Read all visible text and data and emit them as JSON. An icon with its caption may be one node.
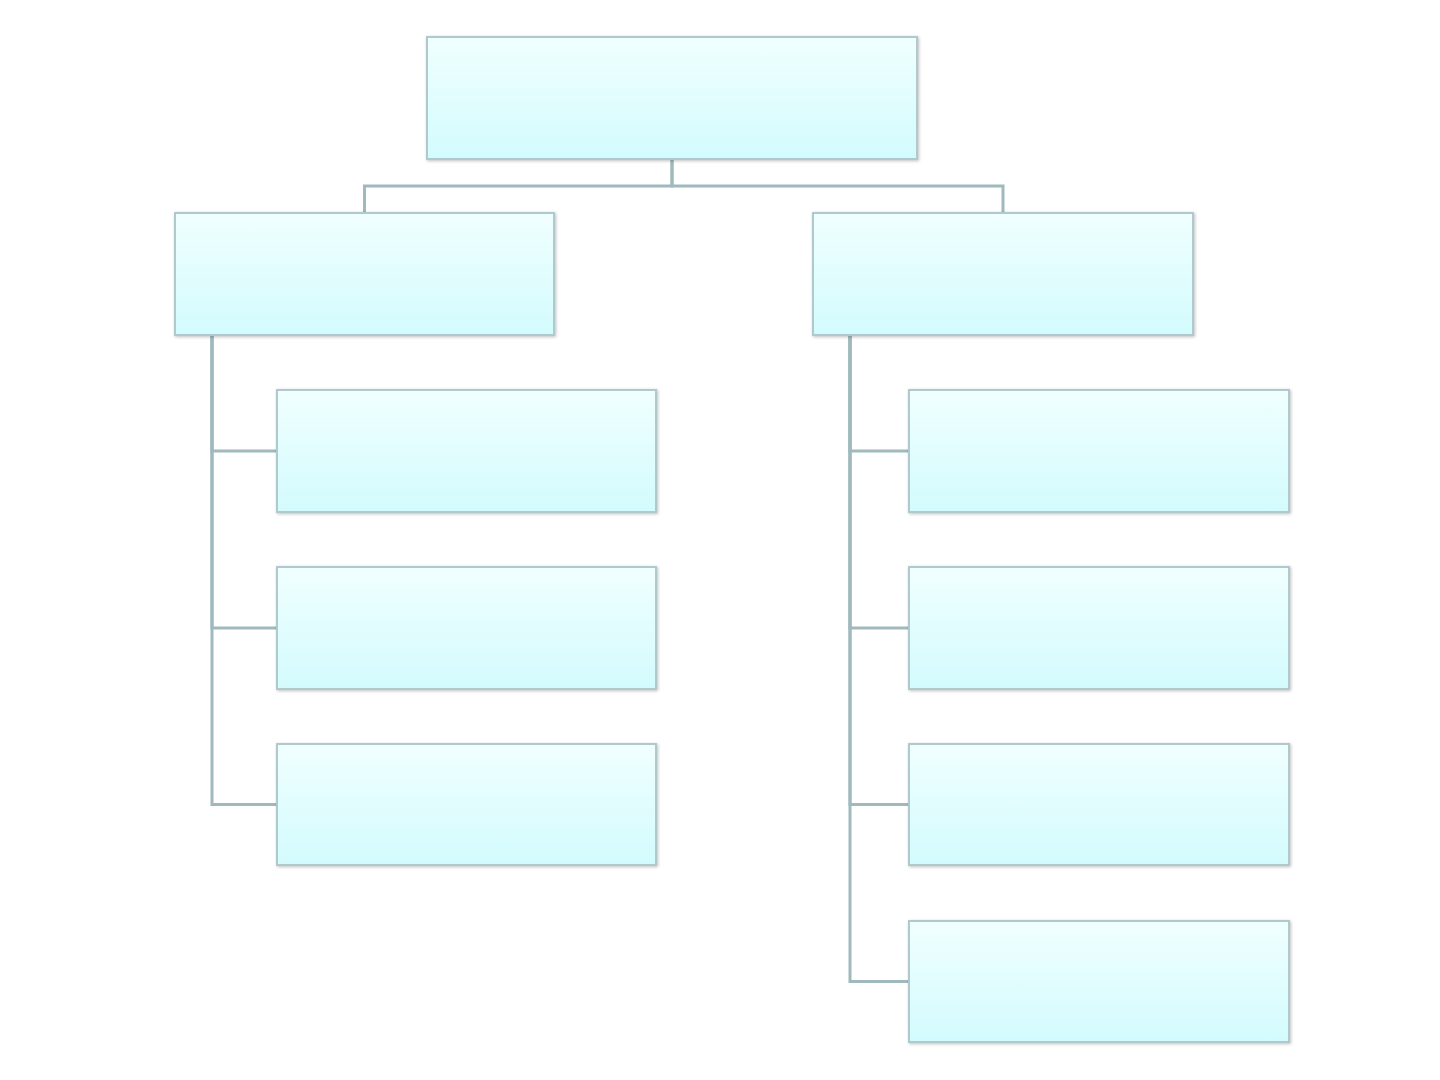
{
  "diagram": {
    "nodes": [
      {
        "text": [],
        "shape": "box"
      },
      {
        "text": [],
        "shape": "box"
      },
      {
        "text": [],
        "shape": "box"
      },
      {
        "text": [],
        "shape": "box"
      },
      {
        "text": [],
        "shape": "box"
      },
      {
        "text": [],
        "shape": "box"
      },
      {
        "text": [],
        "shape": "box"
      },
      {
        "text": [],
        "shape": "box"
      },
      {
        "text": [],
        "shape": "box"
      },
      {
        "text": [],
        "shape": "box"
      }
    ],
    "edges": [
      {
        "from": 0,
        "to": 1,
        "arrow": "none"
      },
      {
        "from": 0,
        "to": 2,
        "arrow": "none"
      },
      {
        "from": 1,
        "to": 3,
        "arrow": "none"
      },
      {
        "from": 1,
        "to": 4,
        "arrow": "none"
      },
      {
        "from": 1,
        "to": 5,
        "arrow": "none"
      },
      {
        "from": 2,
        "to": 6,
        "arrow": "none"
      },
      {
        "from": 2,
        "to": 7,
        "arrow": "none"
      },
      {
        "from": 2,
        "to": 8,
        "arrow": "none"
      },
      {
        "from": 2,
        "to": 9,
        "arrow": "none"
      }
    ]
  }
}
